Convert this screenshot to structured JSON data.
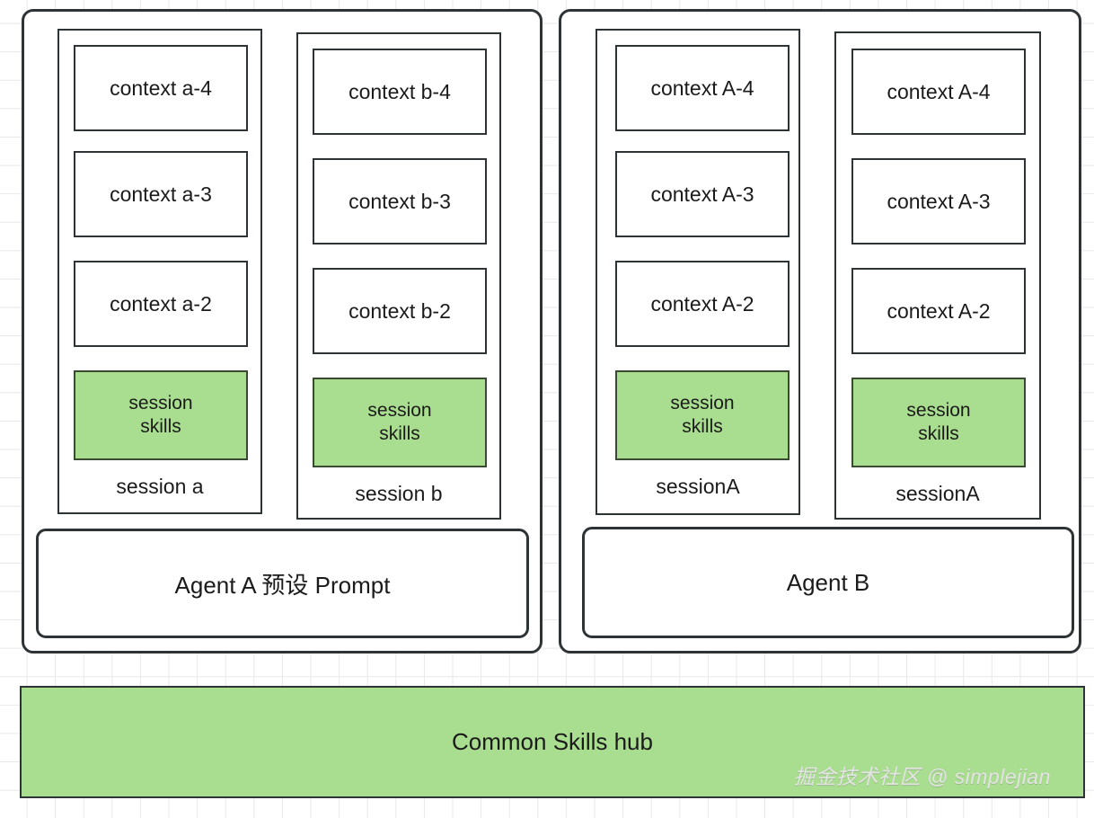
{
  "diagram": {
    "title": "Agent session / skills architecture",
    "colors": {
      "skills_green": "#a9dd8f",
      "hub_green": "#a9dd8f",
      "stroke": "#2e3436",
      "grid": "#e8e8e8",
      "background": "#ffffff",
      "text": "#1b1b1b"
    },
    "agents": [
      {
        "id": "agent-a",
        "label": "Agent A 预设 Prompt",
        "sessions": [
          {
            "id": "session-a",
            "name": "session a",
            "contexts": [
              "context a-4",
              "context a-3",
              "context a-2"
            ],
            "skills_label": "session\nskills"
          },
          {
            "id": "session-b",
            "name": "session b",
            "contexts": [
              "context b-4",
              "context b-3",
              "context b-2"
            ],
            "skills_label": "session\nskills"
          }
        ]
      },
      {
        "id": "agent-b",
        "label": "Agent B",
        "sessions": [
          {
            "id": "session-a-left",
            "name": "sessionA",
            "contexts": [
              "context A-4",
              "context A-3",
              "context A-2"
            ],
            "skills_label": "session\nskills"
          },
          {
            "id": "session-a-right",
            "name": "sessionA",
            "contexts": [
              "context A-4",
              "context A-3",
              "context A-2"
            ],
            "skills_label": "session\nskills"
          }
        ]
      }
    ],
    "hub": {
      "label": "Common Skills hub"
    },
    "watermark": {
      "text": "掘金技术社区 @ simplejian"
    }
  }
}
